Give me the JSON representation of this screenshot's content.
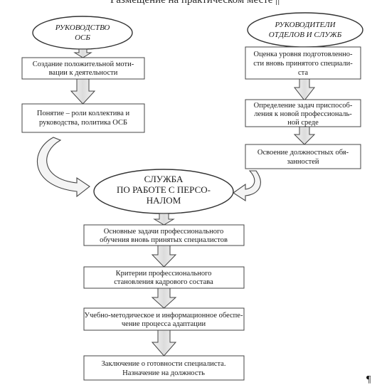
{
  "header_fragment": "Размещение на практическом месте ||",
  "ellipses": {
    "management": [
      "РУКОВОДСТВО",
      "ОСБ"
    ],
    "dept_heads": [
      "РУКОВОДИТЕЛИ",
      "ОТДЕЛОВ И СЛУЖБ"
    ],
    "hr_service": [
      "СЛУЖБА",
      "ПО РАБОТЕ С ПЕРСО-",
      "НАЛОМ"
    ]
  },
  "left_boxes": [
    [
      "Создание положительной моти-",
      "вации к деятельности"
    ],
    [
      "Понятие – роли коллектива и",
      "руководства, политика ОСБ"
    ]
  ],
  "right_boxes": [
    [
      "Оценка уровня подготовленно-",
      "сти вновь принятого специали-",
      "ста"
    ],
    [
      "Определение задач приспособ-",
      "ления к новой профессиональ-",
      "ной среде"
    ],
    [
      "Освоение должностных обя-",
      "занностей"
    ]
  ],
  "bottom_boxes": [
    [
      "Основные задачи профессионального",
      "обучения вновь принятых специалистов"
    ],
    [
      "Критерии профессионального",
      "становления кадрового состава"
    ],
    [
      "Учебно-методическое и информационное обеспе-",
      "чение процесса адаптации"
    ],
    [
      "Заключение о готовности специалиста.",
      "Назначение на должность"
    ]
  ],
  "page_mark": "¶"
}
